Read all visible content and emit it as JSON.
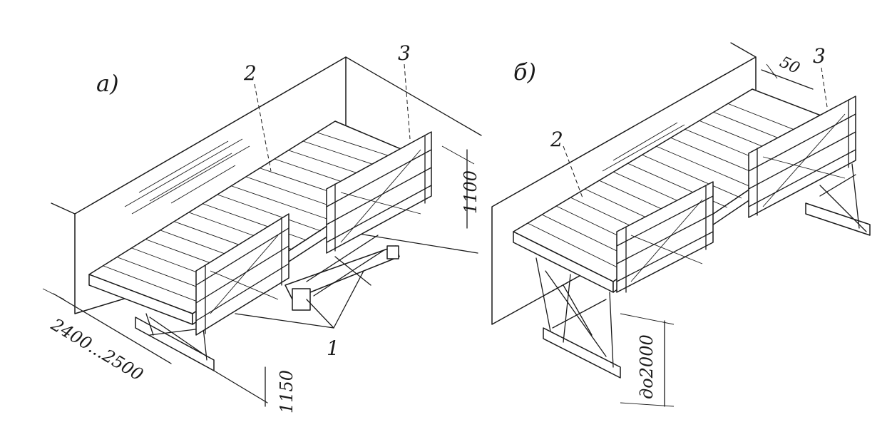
{
  "panels": [
    {
      "label": "а)",
      "callouts": [
        "1",
        "2",
        "3"
      ],
      "dimensions": [
        "2400...2500",
        "1150",
        "1100"
      ]
    },
    {
      "label": "б)",
      "callouts": [
        "2",
        "3"
      ],
      "dimensions": [
        "50",
        "до2000"
      ]
    }
  ]
}
